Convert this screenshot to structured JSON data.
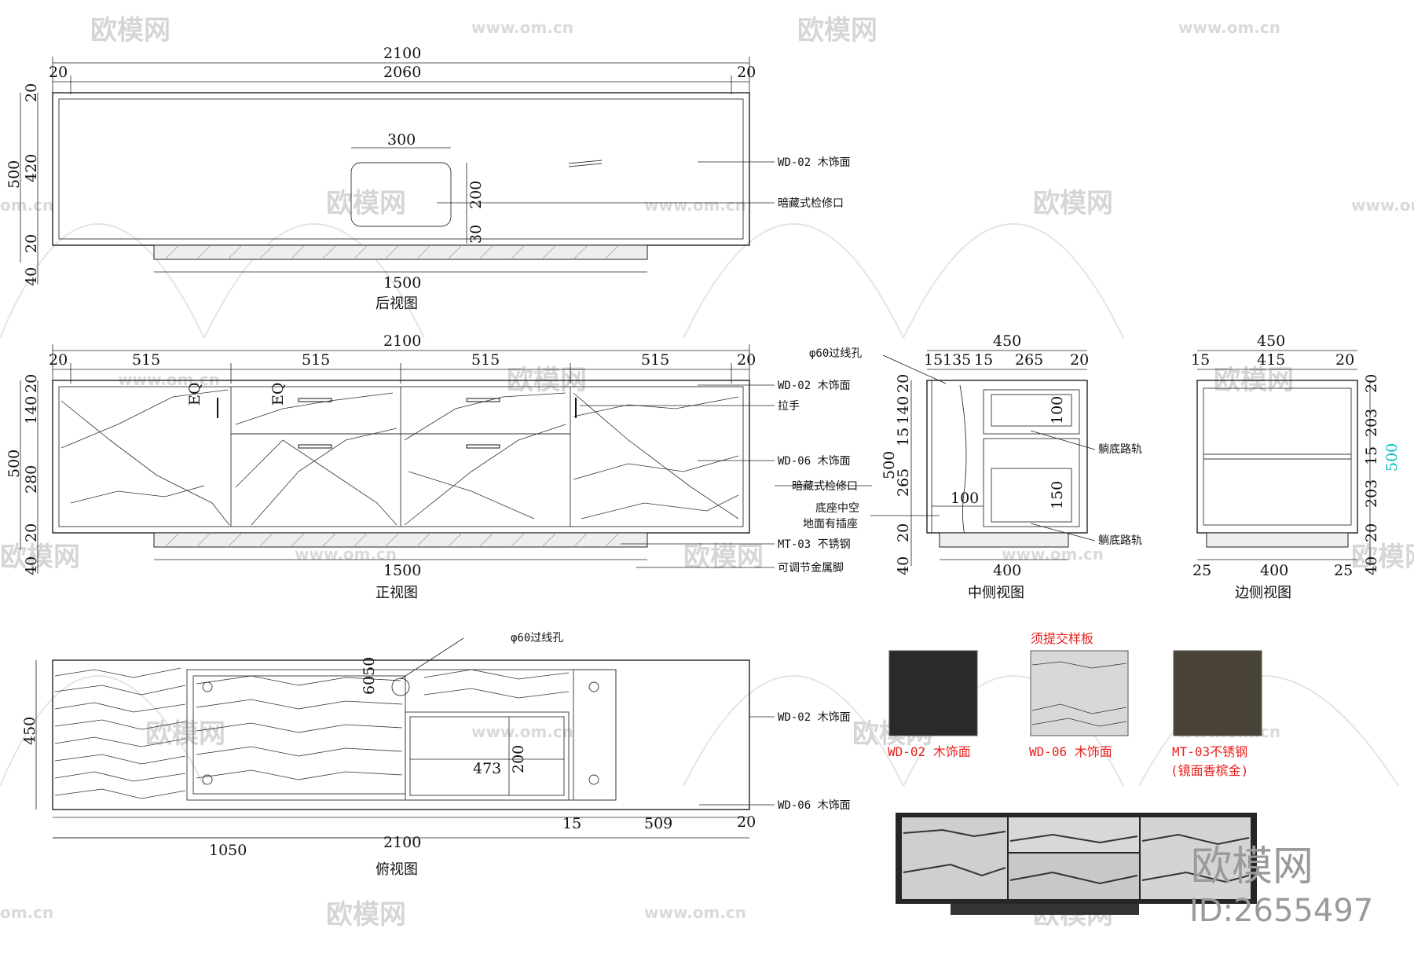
{
  "views": {
    "rear": {
      "caption": "后视图",
      "overall_width": "2100",
      "inner_width": "2060",
      "edge_left": "20",
      "edge_right": "20",
      "height": "500",
      "panel_top": "20",
      "panel_mid": "420",
      "panel_bottom": "20",
      "plinth": "40",
      "hatch_width": "300",
      "hatch_height": "200",
      "hatch_offset": "30",
      "base_width": "1500"
    },
    "front": {
      "caption": "正视图",
      "overall_width": "2100",
      "edge_left": "20",
      "edge_right": "20",
      "bays": [
        "515",
        "515",
        "515",
        "515"
      ],
      "height": "500",
      "h_top": "20",
      "h_drawer": "140",
      "h_door": "280",
      "h_bottom": "20",
      "plinth": "40",
      "eq_1": "EQ",
      "eq_2": "EQ",
      "base_width": "1500"
    },
    "mid_side": {
      "caption": "中侧视图",
      "overall_depth": "450",
      "segments": [
        "15",
        "135",
        "15",
        "265",
        "20"
      ],
      "heights": [
        "20",
        "140",
        "15",
        "265",
        "20",
        "40"
      ],
      "total_height": "500",
      "drawer_h": "100",
      "lower_h": "150",
      "plug_w": "100",
      "base_depth": "400"
    },
    "edge_side": {
      "caption": "边侧视图",
      "overall_depth": "450",
      "left": "15",
      "inner": "415",
      "right": "20",
      "heights": [
        "20",
        "203",
        "15",
        "203",
        "20",
        "40"
      ],
      "total_height": "500",
      "base_left": "25",
      "base_depth": "400",
      "base_right": "25"
    },
    "top": {
      "caption": "俯视图",
      "depth": "450",
      "hole_offset": "6050",
      "opening_w": "473",
      "opening_h": "200",
      "gap": "15",
      "right_w": "509",
      "edge": "20",
      "overall_width": "2100",
      "half_width": "1050"
    }
  },
  "callouts": {
    "rear_surface": "WD-02 木饰面",
    "rear_hatch": "暗藏式检修口",
    "cable_hole_mid": "φ60过线孔",
    "front_top": "WD-02 木饰面",
    "handle": "拉手",
    "front_face": "WD-06 木饰面",
    "front_hatch": "暗藏式检修口",
    "base_hollow_1": "底座中空",
    "base_hollow_2": "地面有插座",
    "steel": "MT-03 不锈钢",
    "feet": "可调节金属脚",
    "rail_1": "躺底路轨",
    "rail_2": "躺底路轨",
    "cable_hole_top": "φ60过线孔",
    "top_surface": "WD-02 木饰面",
    "top_front": "WD-06 木饰面"
  },
  "materials": {
    "notice": "须提交样板",
    "swatches": [
      {
        "label": "WD-02 木饰面",
        "color": "#2a2a2a"
      },
      {
        "label": "WD-06 木饰面",
        "color": "#d8d8d8"
      },
      {
        "label": "MT-03不锈钢",
        "label2": "(镜面香槟金)",
        "color": "#4a4438"
      }
    ]
  },
  "watermarks": {
    "logo_text": "欧模网",
    "url": "www.om.cn",
    "url_short": "om.cn",
    "brand": "欧模网",
    "id": "ID:2655497"
  },
  "colors": {
    "line": "#111111",
    "accent_red": "#e8201c",
    "dim_cyan": "#00c0c0",
    "watermark": "#d6d6d6"
  }
}
